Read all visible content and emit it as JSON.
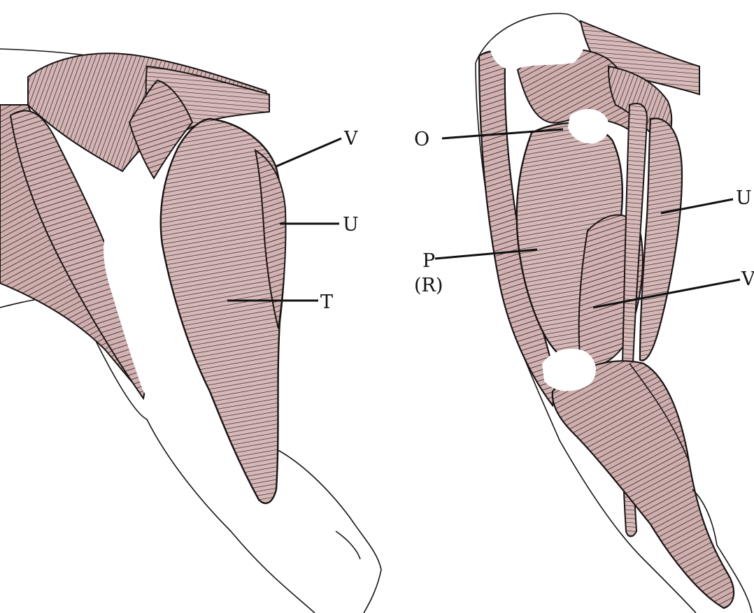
{
  "colors": {
    "muscle_fill": "#c9a9a9",
    "muscle_light": "#d8bcbc",
    "fiber_stroke": "#2a1e1e",
    "label_color": "#111111",
    "background": "#ffffff"
  },
  "left_figure": {
    "labels": {
      "v": "V",
      "u": "U",
      "t": "T"
    }
  },
  "right_figure": {
    "labels": {
      "o": "O",
      "u": "U",
      "p": "P",
      "r": "(R)",
      "v": "V"
    }
  }
}
